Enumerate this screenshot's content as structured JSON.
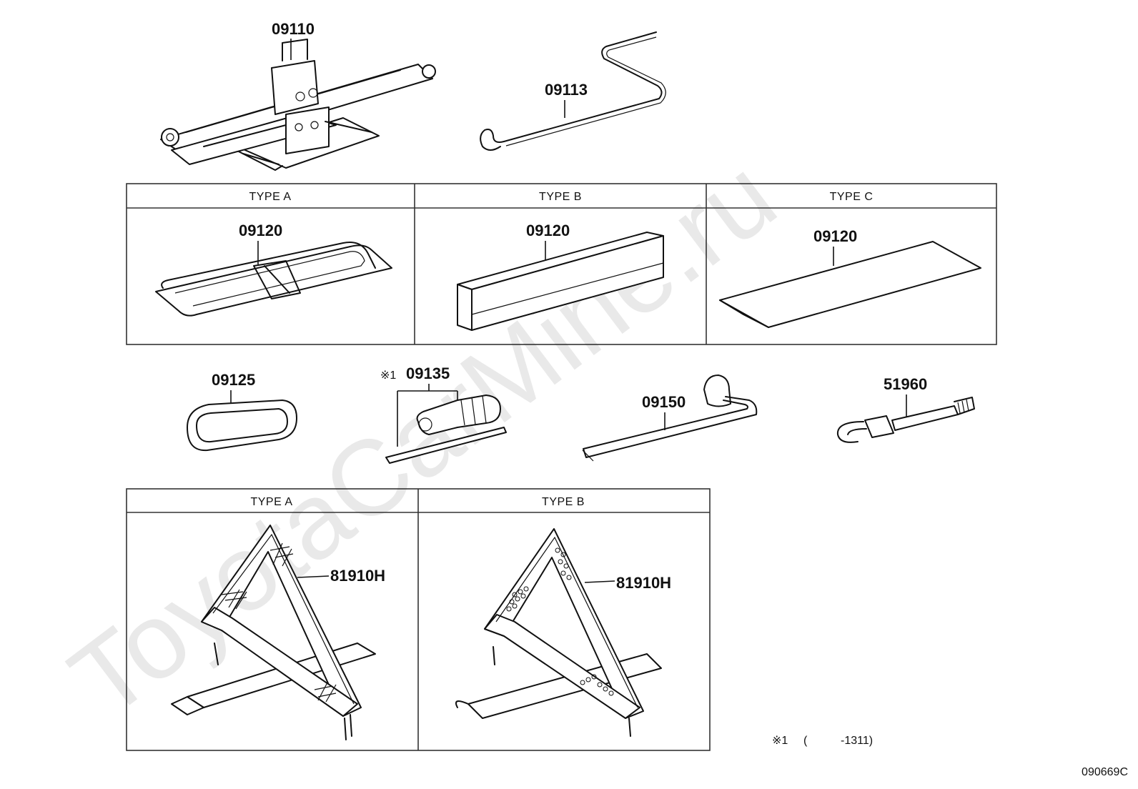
{
  "watermark": "ToyotaCarMine.ru",
  "parts": {
    "jack": "09110",
    "jack_handle": "09113",
    "bag_a": "09120",
    "bag_b": "09120",
    "bag_c": "09120",
    "band": "09125",
    "screwdriver": "09135",
    "wrench": "09150",
    "tow_hook": "51960",
    "triangle_a": "81910H",
    "triangle_b": "81910H"
  },
  "headers": {
    "top_a": "TYPE A",
    "top_b": "TYPE B",
    "top_c": "TYPE C",
    "bottom_a": "TYPE A",
    "bottom_b": "TYPE B"
  },
  "note_mark": "※1",
  "footnote": {
    "mark": "※1",
    "open": "(",
    "range": "-1311)"
  },
  "diagram_code": "090669C"
}
